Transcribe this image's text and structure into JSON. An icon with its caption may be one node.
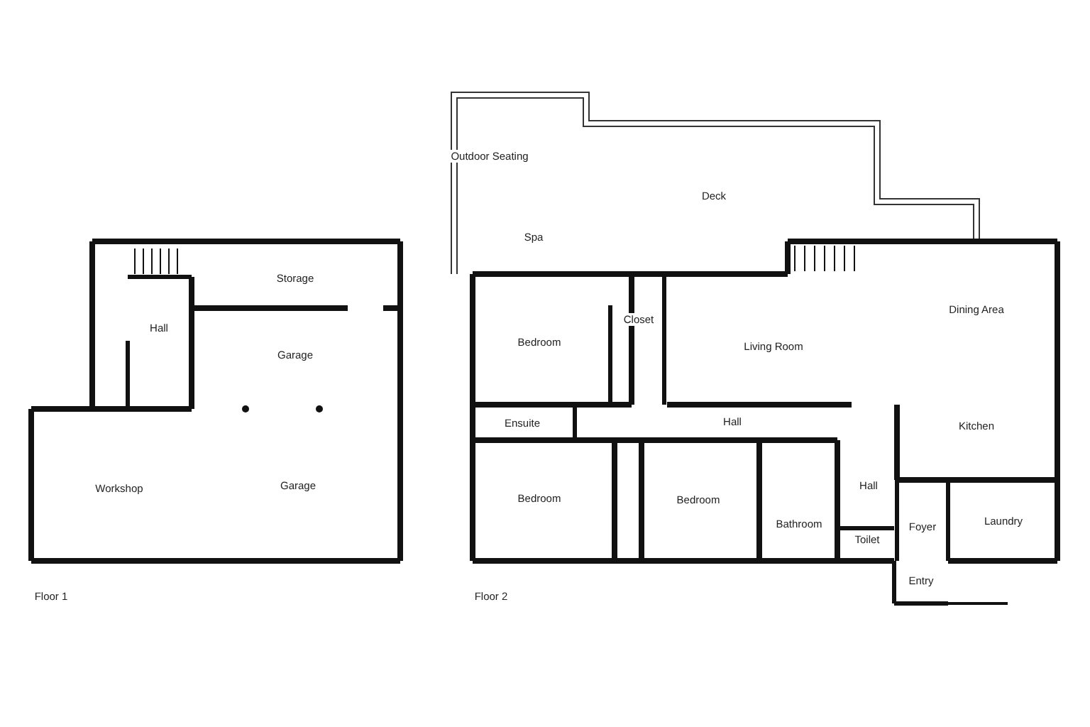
{
  "diagram": {
    "labels": [
      "Outdoor Seating",
      "Deck",
      "Spa",
      "Storage",
      "Hall",
      "Bedroom",
      "Closet",
      "Dining Area",
      "Garage",
      "Living Room",
      "Ensuite",
      "Hall",
      "Kitchen",
      "Workshop",
      "Garage",
      "Bedroom",
      "Bedroom",
      "Hall",
      "Bathroom",
      "Laundry",
      "Foyer",
      "Toilet",
      "Entry",
      "Floor 1",
      "Floor 2"
    ]
  }
}
